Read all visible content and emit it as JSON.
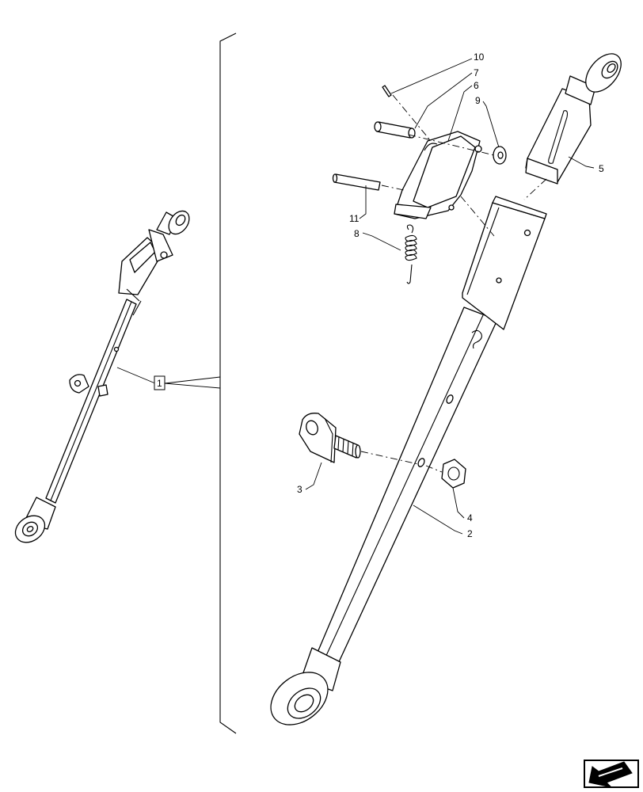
{
  "callouts": {
    "assembly": "1",
    "link_bar": "2",
    "clevis_bracket": "3",
    "nut": "4",
    "sliding_end": "5",
    "latch_bracket": "6",
    "lynch_pin": "7",
    "spring": "8",
    "washer": "9",
    "split_pin": "10",
    "rod_pin": "11"
  },
  "icons": {
    "navigation": "arrow-icon"
  }
}
